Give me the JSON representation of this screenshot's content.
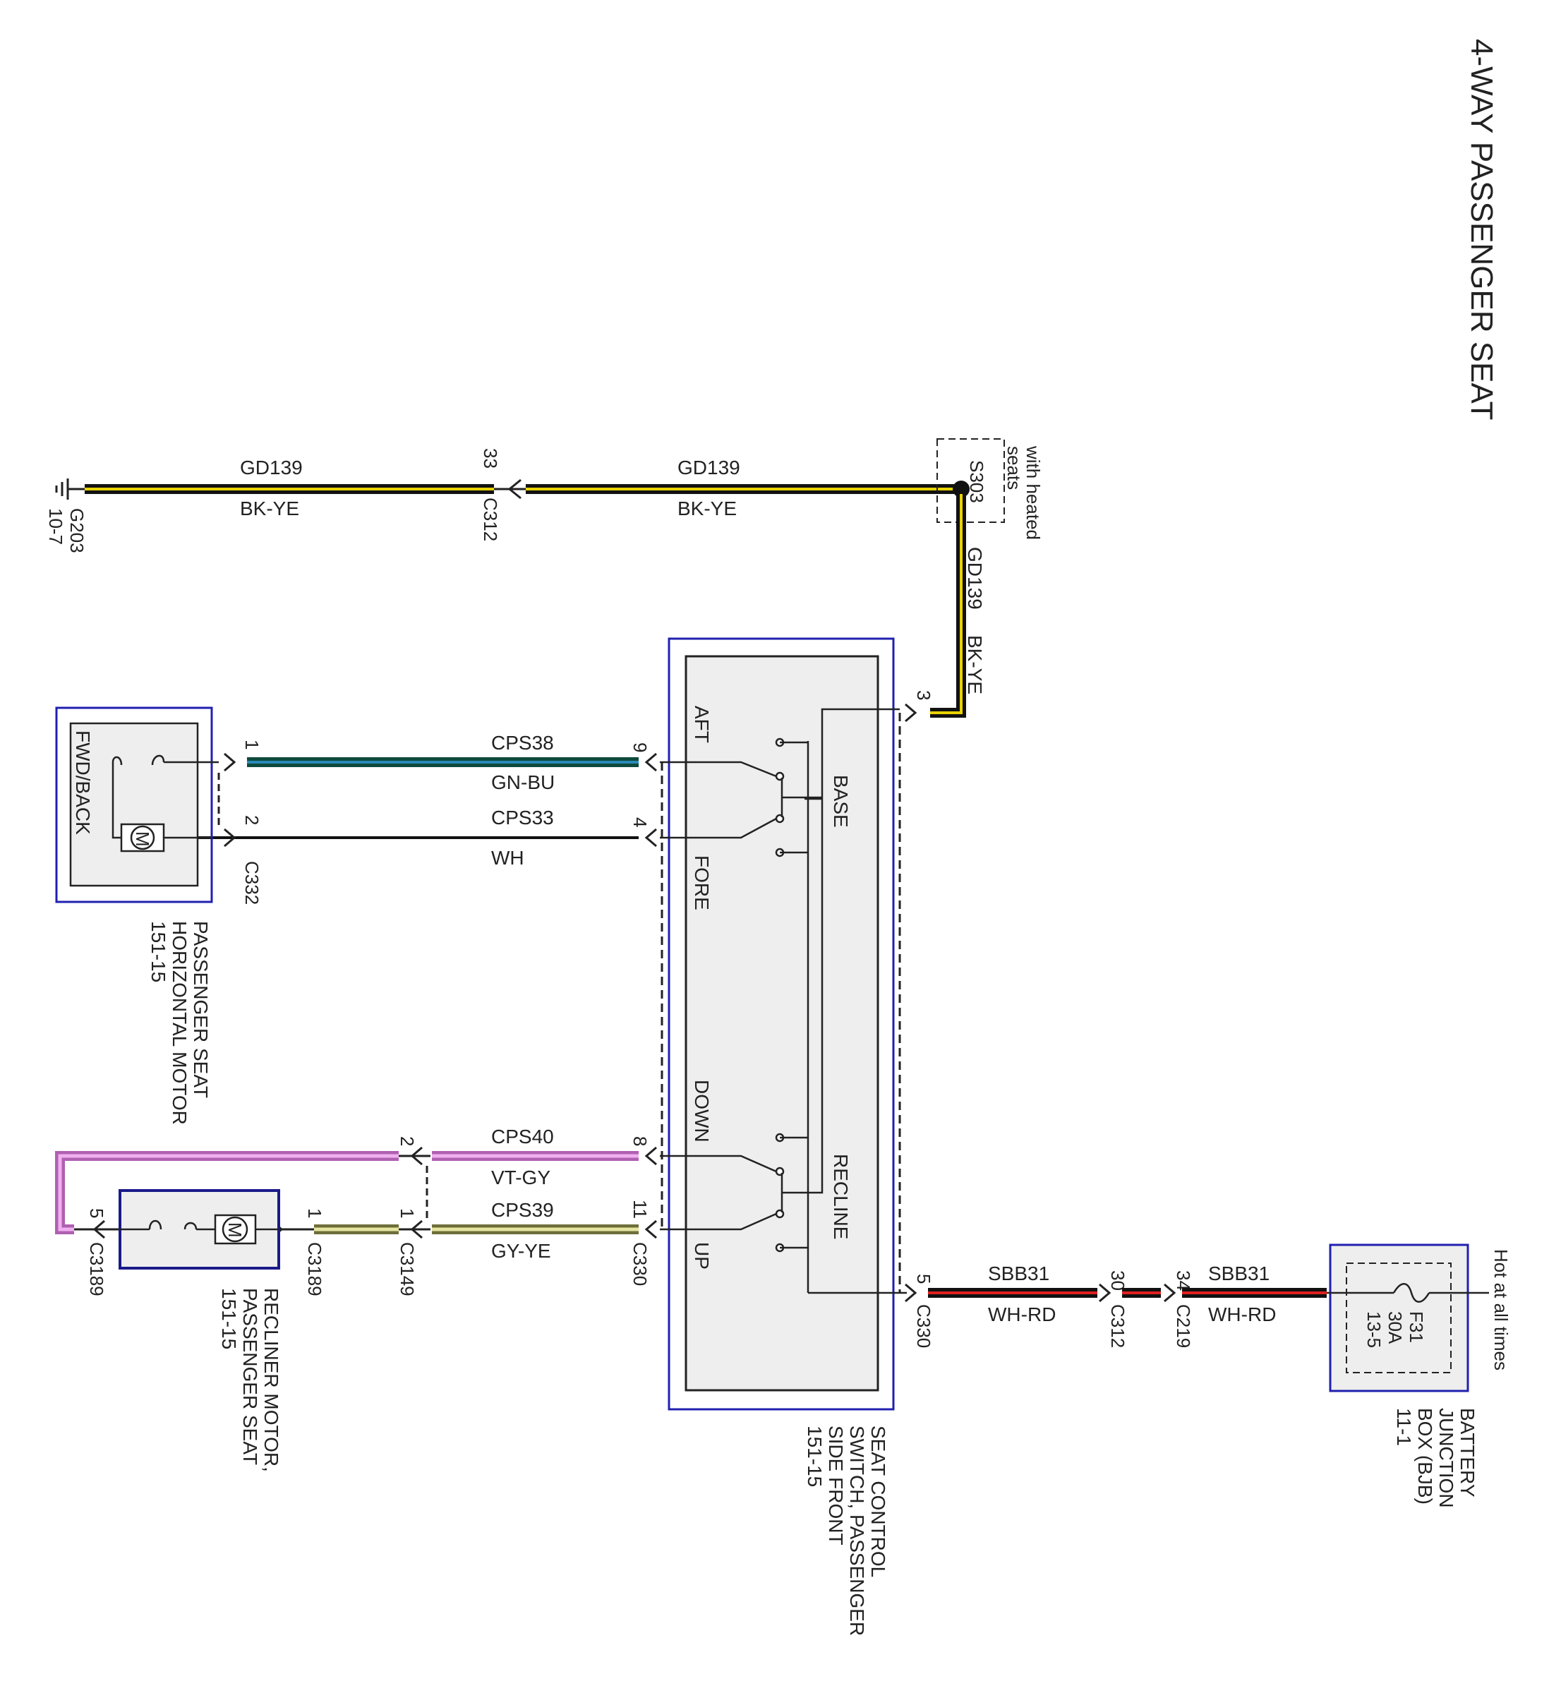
{
  "title": "4-WAY PASSENGER SEAT",
  "colors": {
    "bk_ye_wire": "#e8d200",
    "gn_bu_wire": "#1a6e5a",
    "vt_gy_wire": "#e080d8",
    "gy_ye_wire": "#c8c878",
    "wh_rd_wire": "#e02020",
    "component_border": "#2020b0",
    "component_fill": "#eeeeee"
  },
  "ground": {
    "id": "G203",
    "ref": "10-7"
  },
  "splice": {
    "id": "S303",
    "note_line1": "with heated",
    "note_line2": "seats"
  },
  "wires": {
    "gd139_a_circuit": "GD139",
    "gd139_a_color": "BK-YE",
    "gd139_b_circuit": "GD139",
    "gd139_b_color": "BK-YE",
    "gd139_c_circuit": "GD139",
    "gd139_c_color": "BK-YE",
    "cps38_circuit": "CPS38",
    "cps38_color": "GN-BU",
    "cps33_circuit": "CPS33",
    "cps33_color": "WH",
    "cps40_circuit": "CPS40",
    "cps40_color": "VT-GY",
    "cps39_circuit": "CPS39",
    "cps39_color": "GY-YE",
    "sbb31_a_circuit": "SBB31",
    "sbb31_a_color": "WH-RD",
    "sbb31_b_circuit": "SBB31",
    "sbb31_b_color": "WH-RD"
  },
  "connectors": {
    "c312_top_pin": "33",
    "c312_top_id": "C312",
    "c330_pin3": "3",
    "c330_pin9": "9",
    "c330_pin4": "4",
    "c330_pin8": "8",
    "c330_pin11": "11",
    "c330_id": "C330",
    "c330_pin5": "5",
    "c330_bottom_id": "C330",
    "c332_pin1": "1",
    "c332_pin2": "2",
    "c332_id": "C332",
    "c3149_pin2": "2",
    "c3149_pin1": "1",
    "c3149_id": "C3149",
    "c3189_pin1": "1",
    "c3189_id": "C3189",
    "c3189_pin5": "5",
    "c3189_id_left": "C3189",
    "c312_bottom_pin": "30",
    "c312_bottom_id": "C312",
    "c219_pin": "34",
    "c219_id": "C219"
  },
  "components": {
    "horizontal_motor": {
      "inner_label": "FWD/BACK",
      "motor_symbol": "M",
      "name_line1": "PASSENGER SEAT",
      "name_line2": "HORIZONTAL MOTOR",
      "name_line3": "151-15"
    },
    "recliner_motor": {
      "motor_symbol": "M",
      "name_line1": "RECLINER MOTOR,",
      "name_line2": "PASSENGER SEAT",
      "name_line3": "151-15"
    },
    "seat_switch": {
      "label_aft": "AFT",
      "label_fore": "FORE",
      "label_base": "BASE",
      "label_down": "DOWN",
      "label_up": "UP",
      "label_recline": "RECLINE",
      "name_line1": "SEAT CONTROL",
      "name_line2": "SWITCH, PASSENGER",
      "name_line3": "SIDE FRONT",
      "name_line4": "151-15"
    },
    "bjb": {
      "note": "Hot at all times",
      "fuse_id": "F31",
      "fuse_rating": "30A",
      "fuse_ref": "13-5",
      "name_line1": "BATTERY",
      "name_line2": "JUNCTION",
      "name_line3": "BOX (BJB)",
      "name_line4": "11-1"
    }
  }
}
